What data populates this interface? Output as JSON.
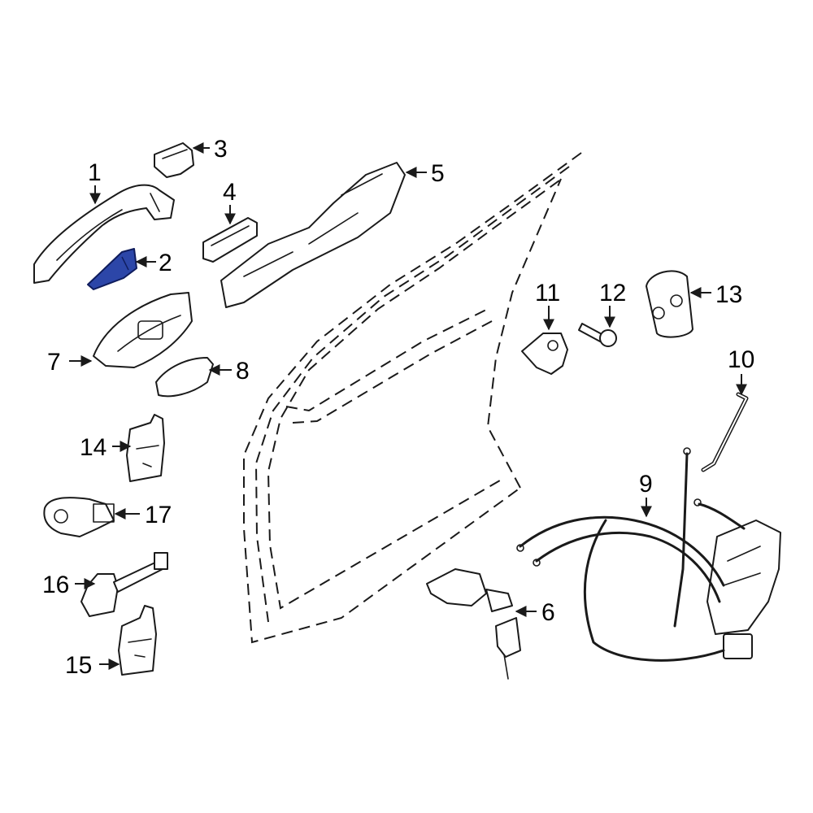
{
  "diagram": {
    "highlight_color": "#2c46a8",
    "callouts": {
      "c1": "1",
      "c2": "2",
      "c3": "3",
      "c4": "4",
      "c5": "5",
      "c6": "6",
      "c7": "7",
      "c8": "8",
      "c9": "9",
      "c10": "10",
      "c11": "11",
      "c12": "12",
      "c13": "13",
      "c14": "14",
      "c15": "15",
      "c16": "16",
      "c17": "17"
    }
  }
}
